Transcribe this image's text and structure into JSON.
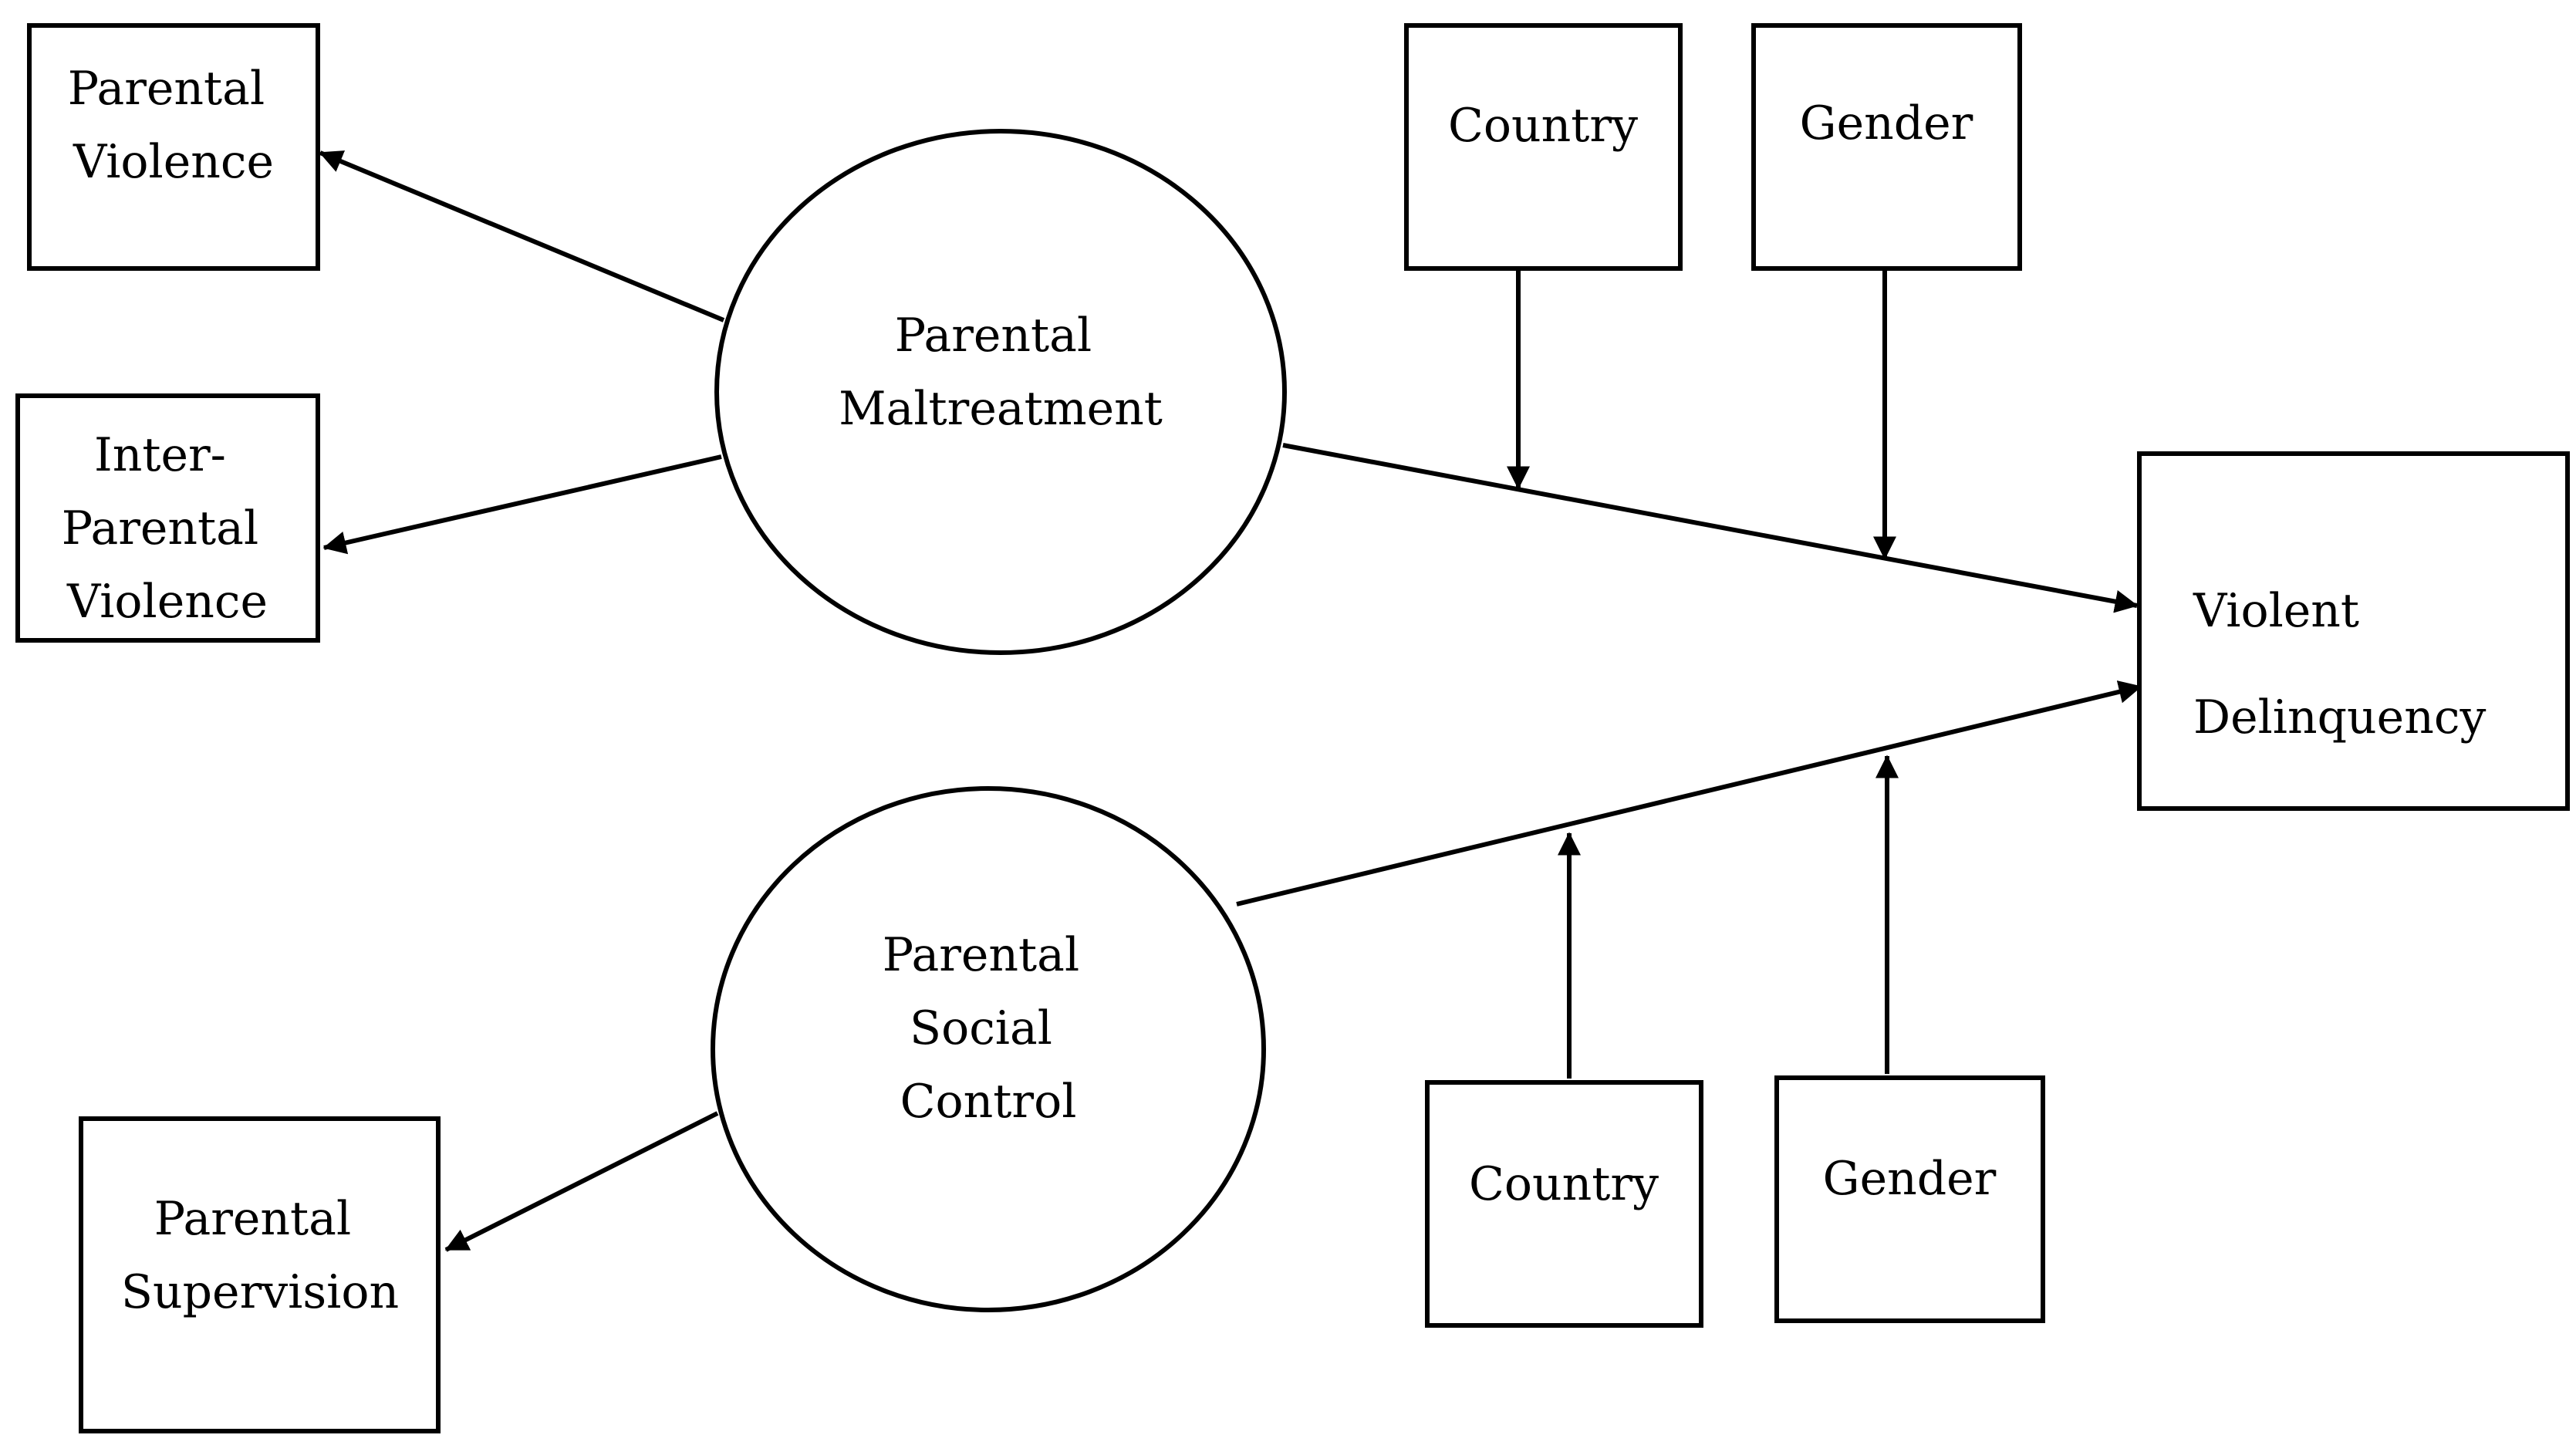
{
  "diagram": {
    "nodes": {
      "parental_violence": {
        "lines": [
          "Parental",
          "Violence"
        ]
      },
      "inter_parental_violence": {
        "lines": [
          "Inter-",
          "Parental",
          "Violence"
        ]
      },
      "parental_maltreatment": {
        "lines": [
          "Parental",
          "Maltreatment"
        ]
      },
      "country_top": {
        "lines": [
          "Country"
        ]
      },
      "gender_top": {
        "lines": [
          "Gender"
        ]
      },
      "violent_delinquency": {
        "lines": [
          "Violent",
          "Delinquency"
        ]
      },
      "parental_social_control": {
        "lines": [
          "Parental",
          "Social",
          "Control"
        ]
      },
      "parental_supervision": {
        "lines": [
          "Parental",
          "Supervision"
        ]
      },
      "country_bottom": {
        "lines": [
          "Country"
        ]
      },
      "gender_bottom": {
        "lines": [
          "Gender"
        ]
      }
    },
    "edges": [
      {
        "from": "parental_maltreatment",
        "to": "parental_violence"
      },
      {
        "from": "parental_maltreatment",
        "to": "inter_parental_violence"
      },
      {
        "from": "parental_maltreatment",
        "to": "violent_delinquency"
      },
      {
        "from": "parental_social_control",
        "to": "violent_delinquency"
      },
      {
        "from": "parental_social_control",
        "to": "parental_supervision"
      },
      {
        "from": "country_top",
        "to": "parental_maltreatment-violent_delinquency"
      },
      {
        "from": "gender_top",
        "to": "parental_maltreatment-violent_delinquency"
      },
      {
        "from": "country_bottom",
        "to": "parental_social_control-violent_delinquency"
      },
      {
        "from": "gender_bottom",
        "to": "parental_social_control-violent_delinquency"
      }
    ],
    "colors": {
      "stroke": "#000000",
      "fill": "#ffffff"
    }
  }
}
